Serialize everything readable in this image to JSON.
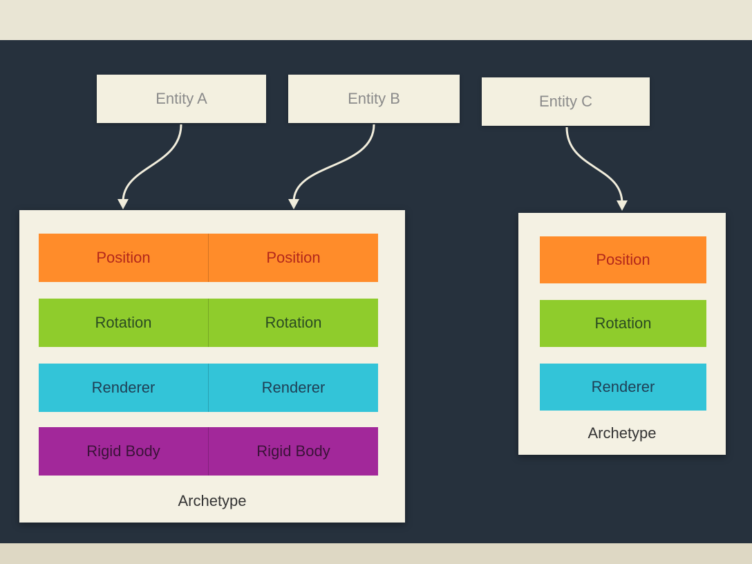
{
  "entities": [
    "Entity A",
    "Entity B",
    "Entity C"
  ],
  "archetypes": [
    {
      "label": "Archetype",
      "rows": [
        {
          "kind": "position",
          "cells": [
            "Position",
            "Position"
          ]
        },
        {
          "kind": "rotation",
          "cells": [
            "Rotation",
            "Rotation"
          ]
        },
        {
          "kind": "renderer",
          "cells": [
            "Renderer",
            "Renderer"
          ]
        },
        {
          "kind": "rigid-body",
          "cells": [
            "Rigid Body",
            "Rigid Body"
          ]
        }
      ]
    },
    {
      "label": "Archetype",
      "rows": [
        {
          "kind": "position",
          "cells": [
            "Position"
          ]
        },
        {
          "kind": "rotation",
          "cells": [
            "Rotation"
          ]
        },
        {
          "kind": "renderer",
          "cells": [
            "Renderer"
          ]
        }
      ]
    }
  ],
  "colors": {
    "background": "#26313d",
    "card": "#f4f1e3",
    "position": "#ff8c2a",
    "rotation": "#8fcc2c",
    "renderer": "#33c4d8",
    "rigid_body": "#a2289a",
    "arrow": "#f1eddc"
  }
}
